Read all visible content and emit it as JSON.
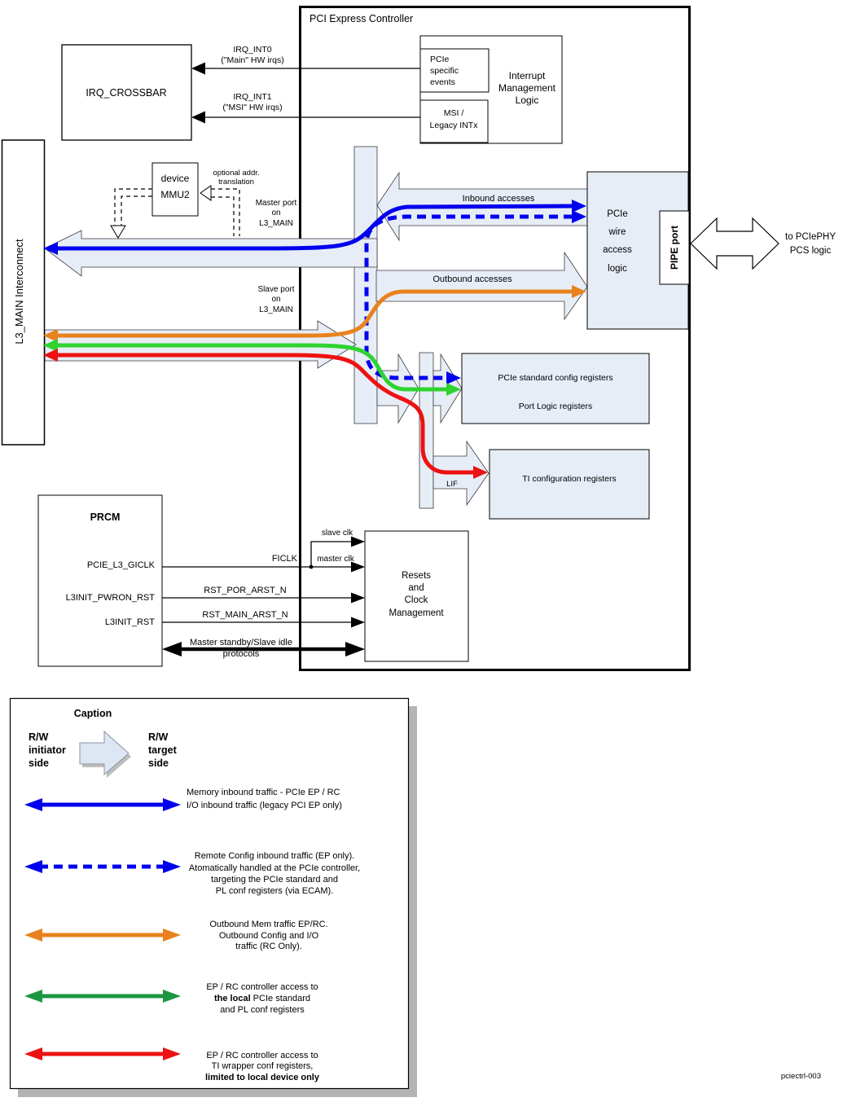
{
  "title": "PCI Express Controller",
  "figure_label": "pciectrl-003",
  "colors": {
    "mem_inbound_blue": "#0000ee",
    "outbound_orange": "#e8821e",
    "local_config_green_diagram": "#2fd32f",
    "local_config_green_legend": "#1e9641",
    "ti_access_red": "#ee1111",
    "block_fill": "#e7edf7"
  },
  "blocks": {
    "irq_crossbar": "IRQ_CROSSBAR",
    "interrupt_mgmt": [
      "Interrupt",
      "Management",
      "Logic"
    ],
    "pcie_events": [
      "PCIe",
      "specific",
      "events"
    ],
    "msi_legacy": [
      "MSI /",
      "Legacy INTx"
    ],
    "l3_main": "L3_MAIN Interconnect",
    "mmu2": [
      "device",
      "MMU2"
    ],
    "pcie_wire": [
      "PCIe",
      "wire",
      "access",
      "logic"
    ],
    "pipe_port": "PIPE port",
    "std_regs": [
      "PCIe standard  config registers",
      "Port Logic registers"
    ],
    "ti_regs": "TI configuration registers",
    "prcm_title": "PRCM",
    "prcm_sig0": "PCIE_L3_GICLK",
    "prcm_sig1": "L3INIT_PWRON_RST",
    "prcm_sig2": "L3INIT_RST",
    "resets": [
      "Resets",
      "and",
      "Clock",
      "Management"
    ]
  },
  "labels": {
    "irq_int0": "IRQ_INT0",
    "irq_int0_sub": "(\"Main\" HW irqs)",
    "irq_int1": "IRQ_INT1",
    "irq_int1_sub": "(\"MSI\" HW irqs)",
    "opt_addr0": "optional addr.",
    "opt_addr1": "translation",
    "master_port": [
      "Master port",
      "on",
      "L3_MAIN"
    ],
    "slave_port": [
      "Slave port",
      "on",
      "L3_MAIN"
    ],
    "inbound": "Inbound accesses",
    "outbound": "Outbound accesses",
    "to_phy0": "to PCIePHY",
    "to_phy1": "PCS logic",
    "lif": "LIF",
    "ficlk": "FICLK",
    "slave_clk": "slave clk",
    "master_clk": "master clk",
    "rst_por": "RST_POR_ARST_N",
    "rst_main": "RST_MAIN_ARST_N",
    "standby0": "Master standby/Slave idle",
    "standby1": "protocols"
  },
  "legend": {
    "caption": "Caption",
    "initiator": [
      "R/W",
      "initiator",
      "side"
    ],
    "target": [
      "R/W",
      "target",
      "side"
    ],
    "mem": [
      "Memory inbound traffic - PCIe EP / RC",
      "I/O inbound traffic (legacy PCI EP only)"
    ],
    "remote": [
      "Remote Config inbound traffic (EP only).",
      "Atomatically  handled  at  the PCIe controller,",
      "targeting the PCIe standard  and",
      "PL conf registers (via ECAM)."
    ],
    "outb": [
      "Outbound Mem traffic  EP/RC.",
      "Outbound Config and I/O",
      "traffic  (RC Only)."
    ],
    "local0": "EP / RC controller access to",
    "local1_bold": "the local",
    "local1_rest": " PCIe standard",
    "local2": "and PL conf registers",
    "ti0": "EP / RC controller  access to",
    "ti1": "TI wrapper conf registers,",
    "ti2": "limited to local device only"
  }
}
